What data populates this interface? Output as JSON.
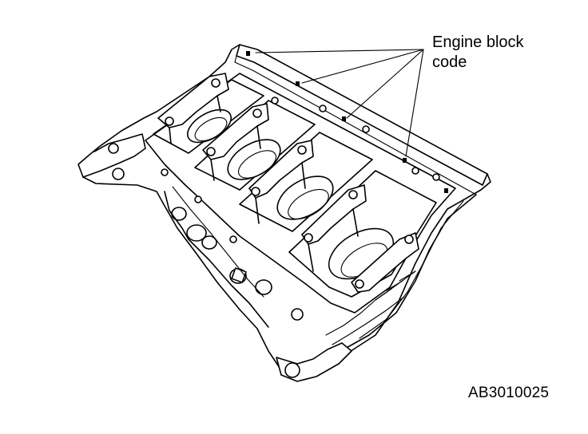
{
  "labels": {
    "callout_line1": "Engine block",
    "callout_line2": "code",
    "figure_code": "AB3010025"
  }
}
